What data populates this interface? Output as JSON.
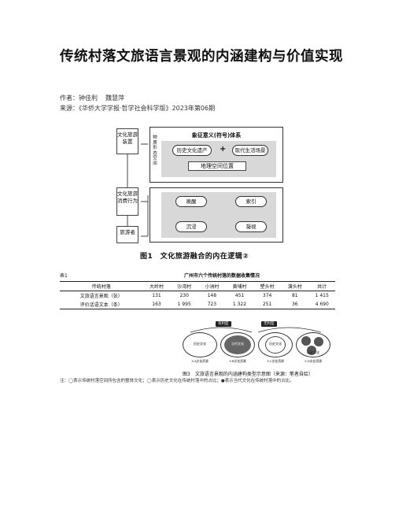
{
  "article": {
    "title": "传统村落文旅语言景观的内涵建构与价值实现",
    "author_label": "作者：",
    "authors": [
      "钟佳利",
      "魏慧萍"
    ],
    "source_label": "来源：",
    "source": "《华侨大学学报·哲学社会科学版》2023年第06期"
  },
  "figure1": {
    "left_boxes": [
      "文化旅游装置",
      "文化旅游消费行为",
      "旅游者"
    ],
    "top_title": "象征意义(符号)体系",
    "side_label": "物质形态空间",
    "pill_a": "历史文化遗产",
    "plus": "+",
    "pill_b": "现代生活场景",
    "geo": "地理空间位置",
    "mid": [
      "唤醒",
      "索引"
    ],
    "bottom": [
      "沉浸",
      "凝视"
    ],
    "caption": "图1　文化旅游融合的内在逻辑②"
  },
  "table1": {
    "label": "表1",
    "title": "广州市六个传统村落的数据收集情况",
    "headers": [
      "传统村落",
      "大岭村",
      "沙湾村",
      "小洲村",
      "黄埔村",
      "塱头村",
      "潢头村",
      "共计"
    ],
    "rows": [
      [
        "文旅语言景观（张）",
        "131",
        "230",
        "148",
        "451",
        "374",
        "81",
        "1 415"
      ],
      [
        "评价话语文本（条）",
        "163",
        "1 995",
        "723",
        "1 322",
        "251",
        "36",
        "4 690"
      ]
    ]
  },
  "figure3": {
    "tags": [
      "有利型",
      "无利型"
    ],
    "labels": [
      "历史文化",
      "当代文化",
      "历史文化",
      "历史文化"
    ],
    "subs": [
      "3-A文化资源",
      "3-B文化资源",
      "3-C文化资源",
      "3-D文化资源"
    ],
    "caption": "图3　文旅语言景观的内涵建构类型示意图（来源：笔者自绘）",
    "note": "注：◯表示传统村落空间所包含的整体文化；◯表示历史文化在传统村落中的占比；●表示当代文化在传统村落中的占比。"
  }
}
